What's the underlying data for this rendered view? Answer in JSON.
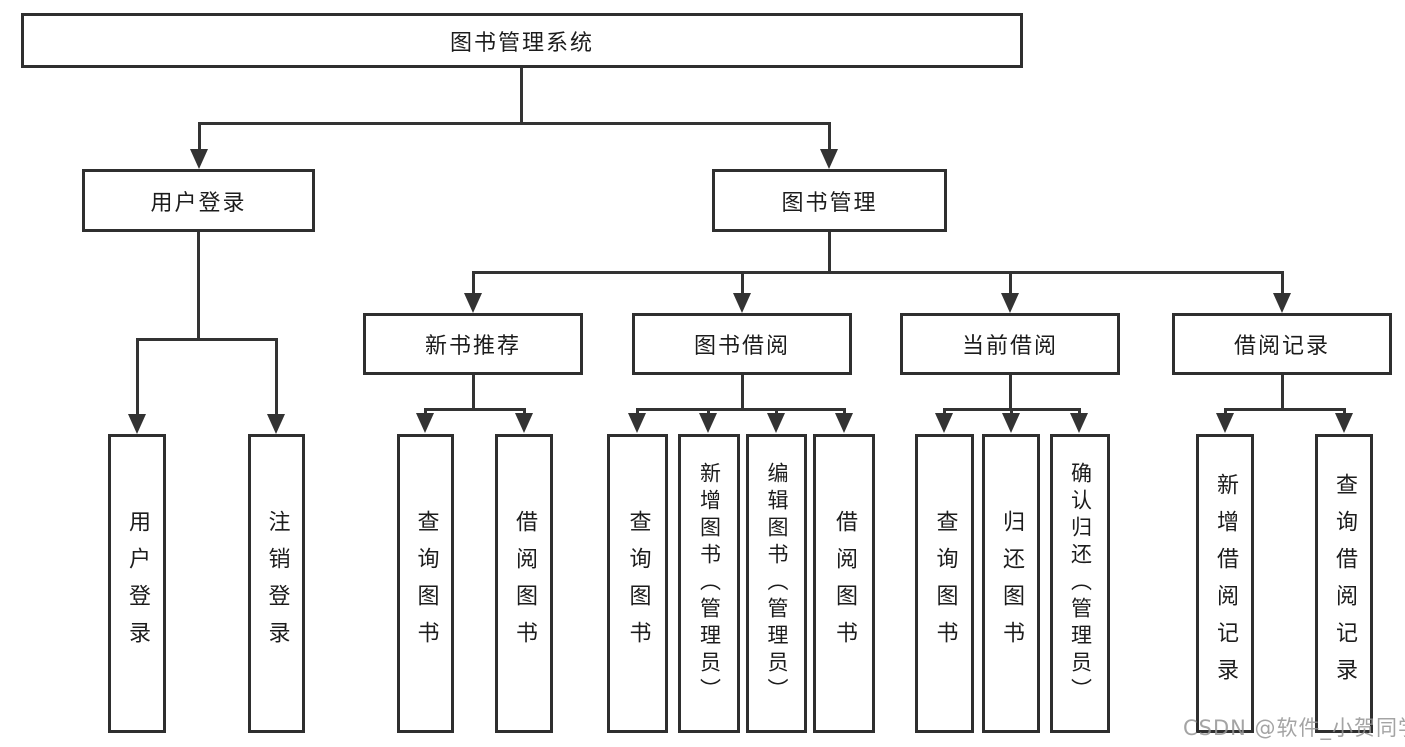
{
  "diagram_type": "hierarchy-tree",
  "tree": {
    "label": "图书管理系统",
    "children": [
      {
        "label": "用户登录",
        "children": [
          {
            "label": "用户登录"
          },
          {
            "label": "注销登录"
          }
        ]
      },
      {
        "label": "图书管理",
        "children": [
          {
            "label": "新书推荐",
            "children": [
              {
                "label": "查询图书"
              },
              {
                "label": "借阅图书"
              }
            ]
          },
          {
            "label": "图书借阅",
            "children": [
              {
                "label": "查询图书"
              },
              {
                "label": "新增图书（管理员）"
              },
              {
                "label": "编辑图书（管理员）"
              },
              {
                "label": "借阅图书"
              }
            ]
          },
          {
            "label": "当前借阅",
            "children": [
              {
                "label": "查询图书"
              },
              {
                "label": "归还图书"
              },
              {
                "label": "确认归还（管理员）"
              }
            ]
          },
          {
            "label": "借阅记录",
            "children": [
              {
                "label": "新增借阅记录"
              },
              {
                "label": "查询借阅记录"
              }
            ]
          }
        ]
      }
    ]
  },
  "watermark": {
    "text": "CSDN @软件_小贺同学"
  },
  "colors": {
    "background": "#ffffff",
    "line": "#333333",
    "box_border": "#2f2f2f",
    "text": "#1c1c1c",
    "watermark": "#949494"
  }
}
